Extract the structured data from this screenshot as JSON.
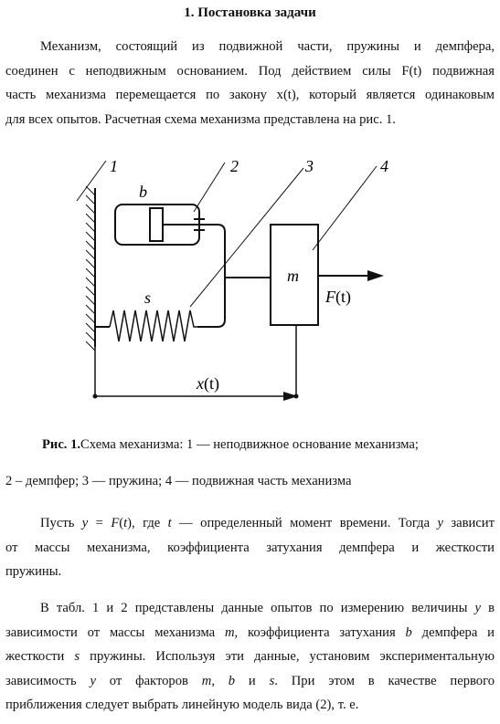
{
  "heading": "1.  Постановка задачи",
  "intro": {
    "lines": [
      "Механизм, состоящий из подвижной части, пружины и демпфера,",
      "соединен с неподвижным основанием. Под действием силы F(t) подвижная",
      "часть механизма перемещается по закону x(t), который является одинаковым",
      "для всех опытов. Расчетная схема механизма представлена на рис. 1."
    ]
  },
  "figure": {
    "label_1": "1",
    "label_2": "2",
    "label_3": "3",
    "label_4": "4",
    "damper_label": "b",
    "spring_label": "s",
    "mass_label": "m",
    "force_label": "F",
    "force_arg": "(t)",
    "disp_label": "x",
    "disp_arg": "(t)"
  },
  "caption": {
    "prefix": "Рис. 1.",
    "line1": "Схема механизма: 1 — неподвижное основание механизма;",
    "line2": "2 – демпфер; 3 — пружина; 4 — подвижная часть механизма"
  },
  "para2": {
    "l1_a": "Пусть ",
    "l1_y": "y",
    "l1_eq": " = ",
    "l1_F": "F",
    "l1_paren_o": "(",
    "l1_t": "t",
    "l1_paren_c": "), где ",
    "l1_t2": "t",
    "l1_b": " — определенный момент времени. Тогда ",
    "l1_y2": "y",
    "l1_c": " зависит",
    "l2": "от массы механизма, коэффициента затухания демпфера и жесткости",
    "l3": "пружины."
  },
  "para3": {
    "l1_a": "В табл. 1 и 2 представлены данные опытов по измерению величины ",
    "l1_y": "y",
    "l1_b": " в",
    "l2_a": "зависимости от массы механизма ",
    "l2_m": "m",
    "l2_b": ", коэффициента затухания ",
    "l2_bb": "b",
    "l2_c": " демпфера и",
    "l3_a": "жесткости ",
    "l3_s": "s",
    "l3_b": " пружины. Используя эти данные, установим экспериментальную",
    "l4_a": "зависимость  ",
    "l4_y": "y",
    "l4_b": "  от  факторов  ",
    "l4_m": "m",
    "l4_c": ",  ",
    "l4_bb": "b",
    "l4_d": "  и  ",
    "l4_s": "s",
    "l4_e": ".  При  этом  в  качестве  первого",
    "l5": "приближения следует выбрать линейную модель вида (2), т. е."
  }
}
